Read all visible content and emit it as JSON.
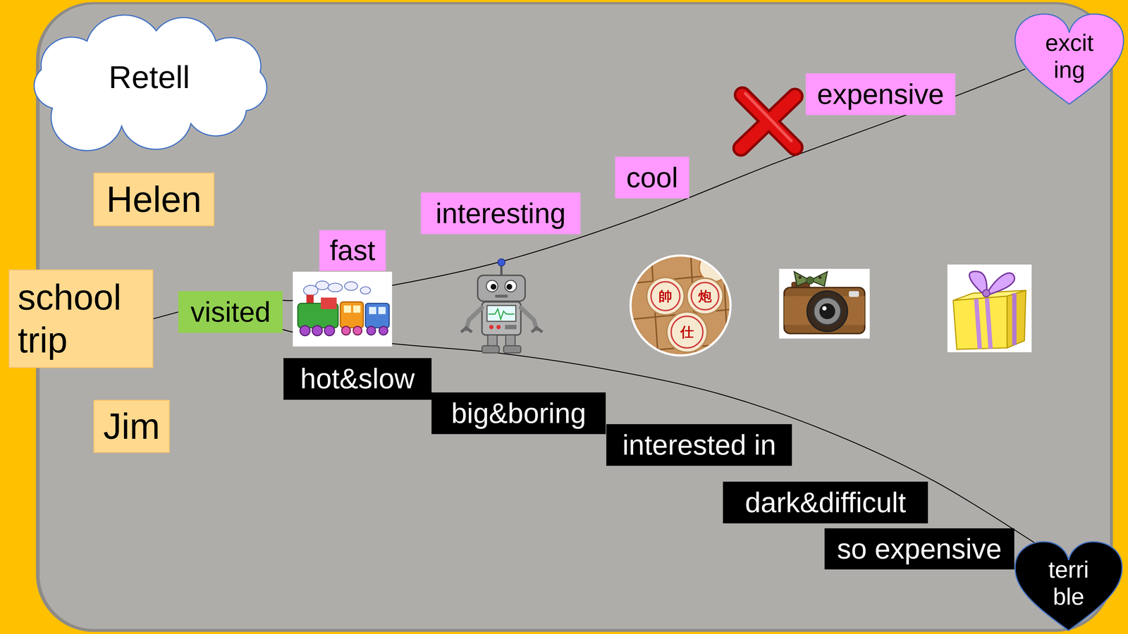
{
  "diagram": {
    "nodes": [
      {
        "text": [
          "Retell"
        ]
      },
      {
        "text": [
          "Helen"
        ]
      },
      {
        "text": [
          "school trip"
        ]
      },
      {
        "text": [
          "Jim"
        ]
      },
      {
        "text": [
          "visited"
        ]
      },
      {
        "text": [
          "fast"
        ]
      },
      {
        "text": [
          "interesting"
        ]
      },
      {
        "text": [
          "cool"
        ]
      },
      {
        "text": [
          "expensive"
        ]
      },
      {
        "text": [
          "excit ing"
        ]
      },
      {
        "text": [
          "hot&slow"
        ]
      },
      {
        "text": [
          "big&boring"
        ]
      },
      {
        "text": [
          "interested in"
        ]
      },
      {
        "text": [
          "dark&difficult"
        ]
      },
      {
        "text": [
          "so expensive"
        ]
      },
      {
        "text": [
          "terri ble"
        ]
      }
    ],
    "edges": [
      {
        "from": 2,
        "to": 4,
        "arrow": "none"
      },
      {
        "from": 4,
        "to": 9,
        "arrow": "none"
      },
      {
        "from": 4,
        "to": 15,
        "arrow": "none"
      }
    ],
    "labels": [
      "帥",
      "炮",
      "仕"
    ]
  }
}
